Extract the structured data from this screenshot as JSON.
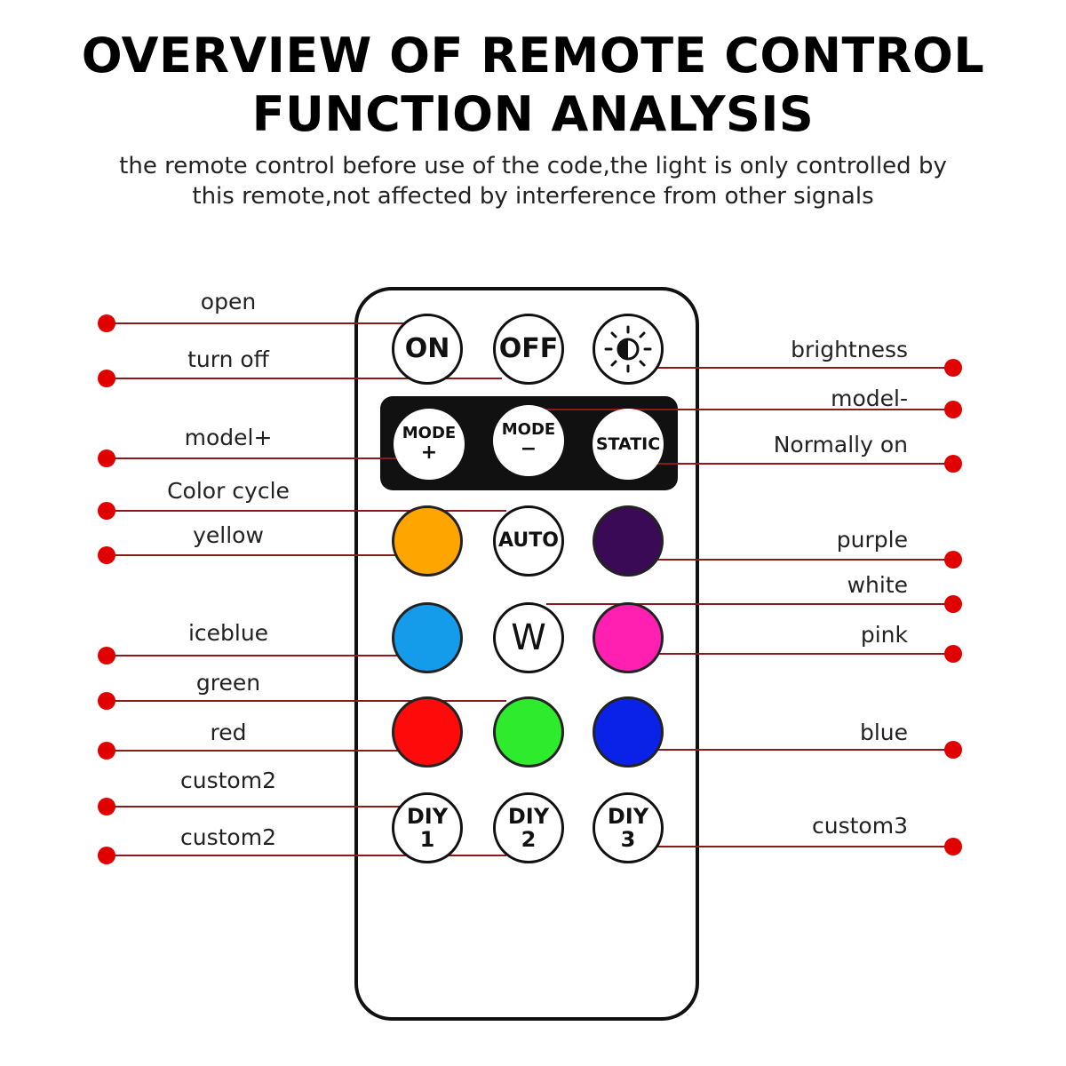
{
  "header": {
    "title_line1": "OVERVIEW OF REMOTE CONTROL",
    "title_line2": "FUNCTION ANALYSIS",
    "subtitle_line1": "the remote control before use of the code,the light is only controlled by",
    "subtitle_line2": "this remote,not affected by interference from other signals"
  },
  "buttons": {
    "on": "ON",
    "off": "OFF",
    "mode_plus_top": "MODE",
    "mode_plus_bottom": "+",
    "mode_minus_top": "MODE",
    "mode_minus_bottom": "−",
    "static": "STATIC",
    "auto": "AUTO",
    "white": "W",
    "diy1_top": "DIY",
    "diy1_bottom": "1",
    "diy2_top": "DIY",
    "diy2_bottom": "2",
    "diy3_top": "DIY",
    "diy3_bottom": "3"
  },
  "colors": {
    "yellow": "#FFA500",
    "purple": "#3A0A57",
    "iceblue": "#149BEA",
    "pink": "#FF1FB0",
    "red": "#FF0A0A",
    "green": "#2EEB2E",
    "blue": "#0A22E8",
    "leader_dot": "#E00000",
    "leader_line": "#8B1A1A"
  },
  "labels_left": {
    "open": "open",
    "turn_off": "turn off",
    "model_plus": "model+",
    "color_cycle": "Color cycle",
    "yellow": "yellow",
    "iceblue": "iceblue",
    "green": "green",
    "red": "red",
    "custom_a": "custom2",
    "custom_b": "custom2"
  },
  "labels_right": {
    "brightness": "brightness",
    "model_minus": "model-",
    "normally_on": "Normally on",
    "purple": "purple",
    "white": "white",
    "pink": "pink",
    "blue": "blue",
    "custom3": "custom3"
  }
}
